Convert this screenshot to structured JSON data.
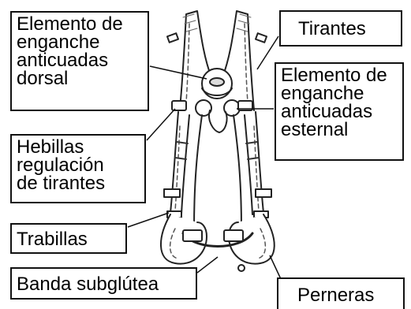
{
  "labels": {
    "dorsal": "Elemento de\nenganche\nanticuadas\ndorsal",
    "tirantes": "Tirantes",
    "esternal": "Elemento de\nenganche\nanticuadas\nesternal",
    "hebillas": "Hebillas\nregulación\nde tirantes",
    "trabillas": "Trabillas",
    "banda": "Banda subglútea",
    "perneras": "Perneras"
  },
  "colors": {
    "line": "#111111",
    "strap_fill": "#ffffff",
    "strap_stroke": "#222222",
    "stitch": "#555555"
  }
}
